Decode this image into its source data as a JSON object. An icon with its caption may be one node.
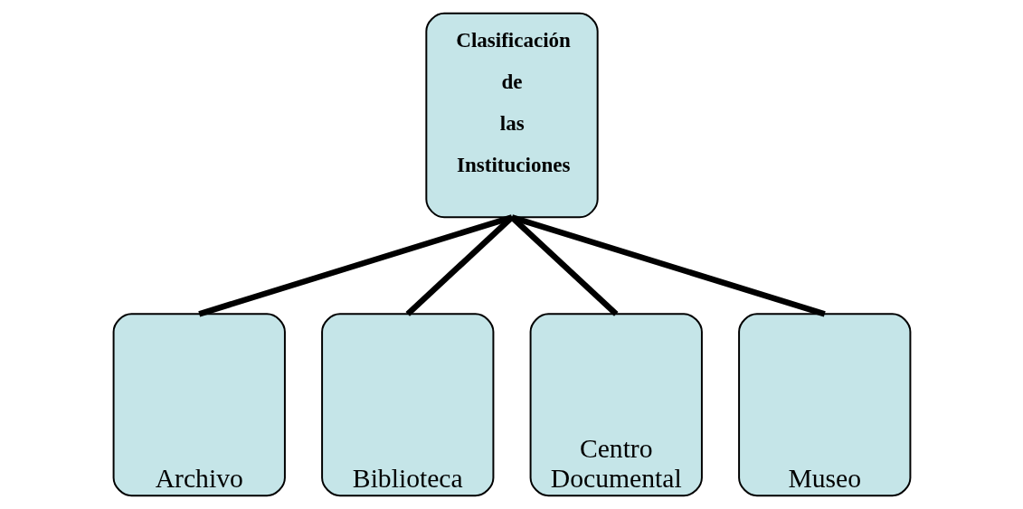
{
  "diagram": {
    "nodes": [
      {
        "text": [
          "Clasificación de las Instituciones"
        ]
      },
      {
        "text": [
          "Archivo"
        ]
      },
      {
        "text": [
          "Biblioteca"
        ]
      },
      {
        "text": [
          "Centro Documental"
        ]
      },
      {
        "text": [
          "Museo"
        ]
      }
    ],
    "edges": [
      {
        "from": 0,
        "to": 1,
        "arrow": "none"
      },
      {
        "from": 0,
        "to": 2,
        "arrow": "none"
      },
      {
        "from": 0,
        "to": 3,
        "arrow": "none"
      },
      {
        "from": 0,
        "to": 4,
        "arrow": "none"
      }
    ]
  }
}
